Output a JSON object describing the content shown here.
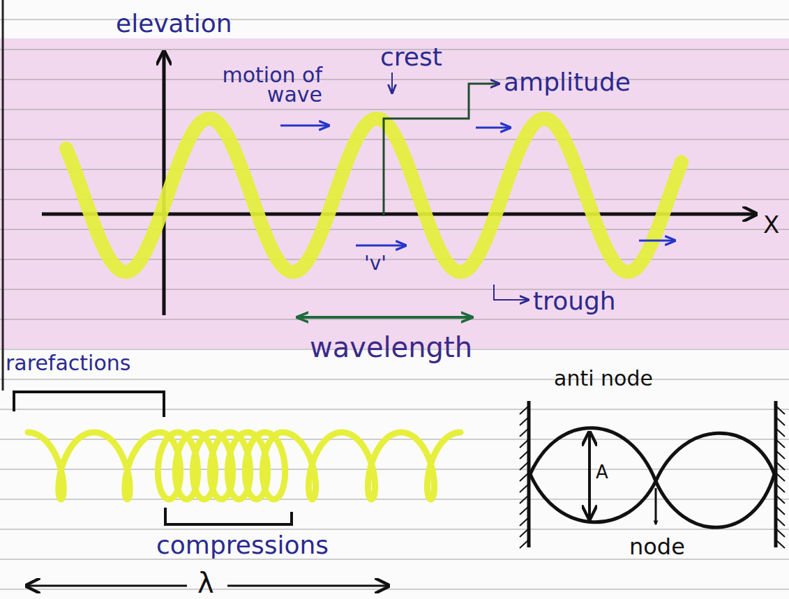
{
  "diagram": {
    "labels": [
      "elevation",
      "motion of wave",
      "crest",
      "amplitude",
      "X",
      "'v'",
      "trough",
      "wavelength",
      "rarefactions",
      "compressions",
      "λ",
      "anti node",
      "A",
      "node"
    ]
  }
}
